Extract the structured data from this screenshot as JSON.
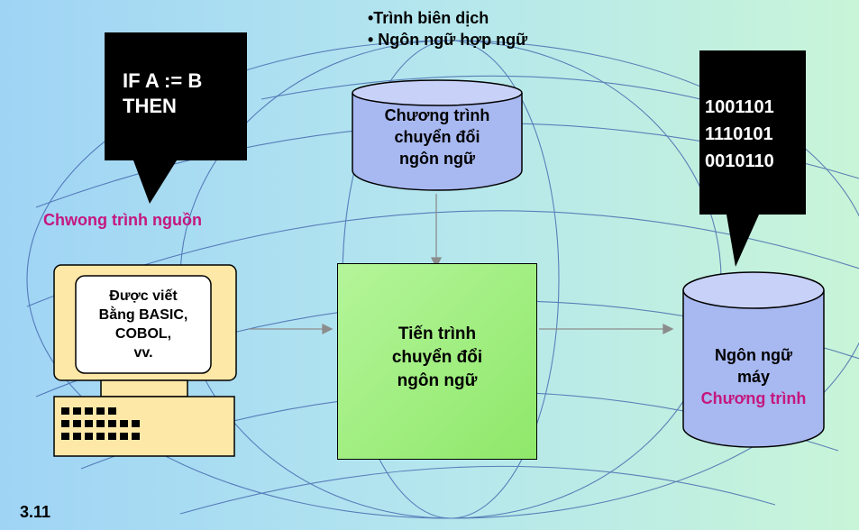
{
  "bullets": [
    "•Trình biên dịch",
    "• Ngôn ngữ hợp ngữ"
  ],
  "source_callout": {
    "line1": "IF A := B",
    "line2": "THEN"
  },
  "source_label": "Chwong trình nguồn",
  "converter_program": {
    "line1": "Chương trình",
    "line2": "chuyển đổi",
    "line3": "ngôn ngữ"
  },
  "computer_screen": {
    "line1": "Được viết",
    "line2": "Bằng BASIC,",
    "line3": "COBOL,",
    "line4": "vv."
  },
  "process_box": {
    "line1": "Tiến trình",
    "line2": "chuyển đổi",
    "line3": "ngôn ngữ"
  },
  "binary_callout": {
    "line1": "1001101",
    "line2": "1110101",
    "line3": "0010110"
  },
  "machine_language": {
    "line1": "Ngôn ngữ",
    "line2": "máy",
    "line3": "Chương trình"
  },
  "slide_number": "3.11",
  "colors": {
    "callout": "#000000",
    "cylinder": "#a8b8f0",
    "process_green": "#9ef07a",
    "monitor": "#fde8a8",
    "pink_label": "#c4177e"
  }
}
